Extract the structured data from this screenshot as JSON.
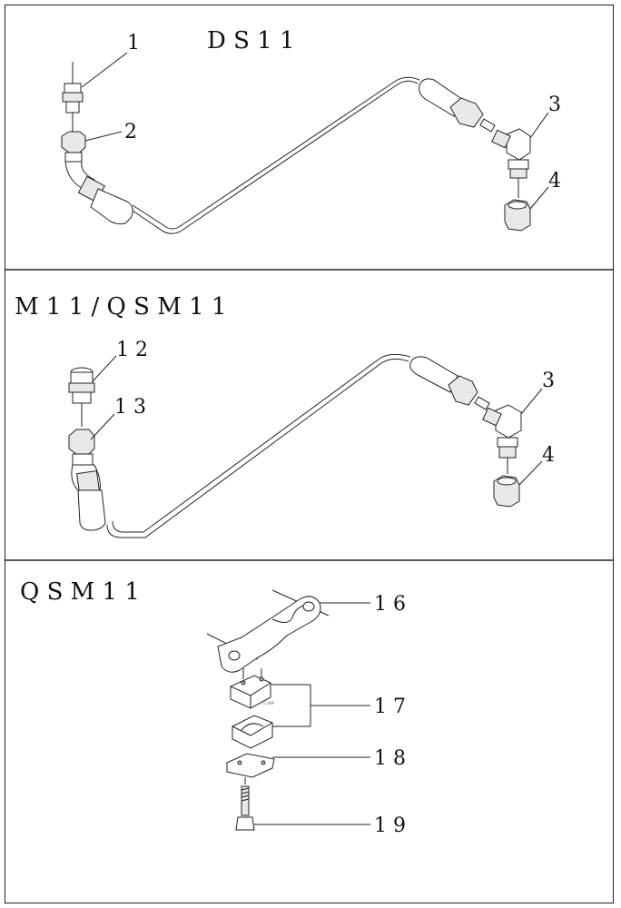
{
  "sections": [
    {
      "title": "D S 1 1",
      "labels": {
        "p1": "1",
        "p2": "2",
        "p3": "3",
        "p4": "4"
      }
    },
    {
      "title": "M 1 1 / Q S M 1 1",
      "labels": {
        "p12": "1 2",
        "p13": "1 3",
        "p3": "3",
        "p4": "4"
      }
    },
    {
      "title": "Q S M 1 1",
      "labels": {
        "p16": "1 6",
        "p17": "1 7",
        "p18": "1 8",
        "p19": "1 9"
      },
      "clamp_tiny_text": "CLAMP"
    }
  ]
}
